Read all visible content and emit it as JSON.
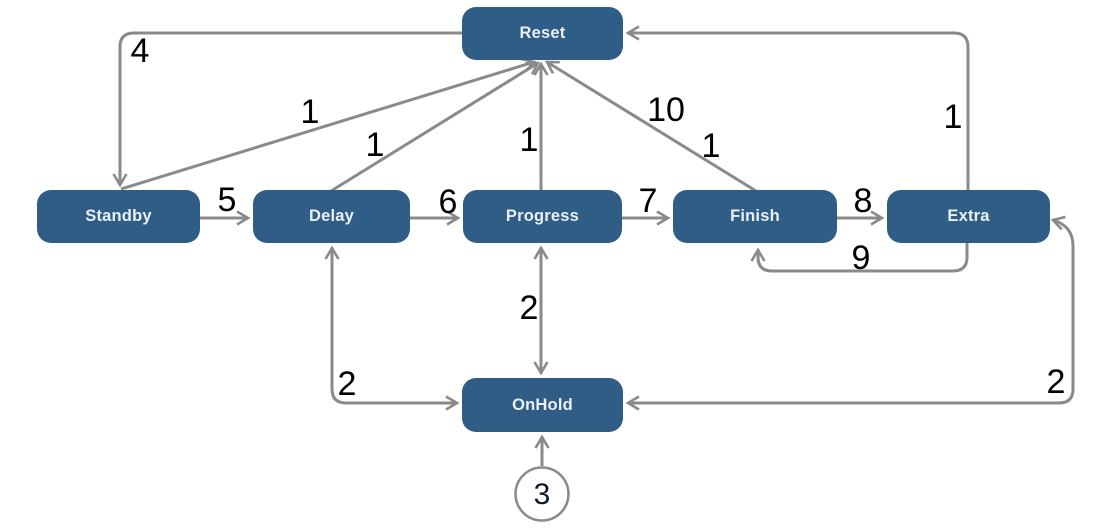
{
  "diagram": {
    "type": "state-transition-graph",
    "colors": {
      "node_fill": "#2f5d85",
      "node_text": "#e9eff5",
      "edge": "#8a8a8a",
      "edge_label": "#000000",
      "start_circle_stroke": "#8a8a8a",
      "start_circle_fill": "#ffffff"
    },
    "nodes": [
      {
        "id": "reset",
        "label": "Reset"
      },
      {
        "id": "standby",
        "label": "Standby"
      },
      {
        "id": "delay",
        "label": "Delay"
      },
      {
        "id": "progress",
        "label": "Progress"
      },
      {
        "id": "finish",
        "label": "Finish"
      },
      {
        "id": "extra",
        "label": "Extra"
      },
      {
        "id": "onhold",
        "label": "OnHold"
      }
    ],
    "start_node": {
      "label": "3",
      "connects_to": "OnHold"
    },
    "edges": [
      {
        "from": "Reset",
        "to": "Standby",
        "label": "4",
        "bidirectional": false
      },
      {
        "from": "Standby",
        "to": "Reset",
        "label": "1",
        "bidirectional": false
      },
      {
        "from": "Standby",
        "to": "Delay",
        "label": "5",
        "bidirectional": false
      },
      {
        "from": "Delay",
        "to": "Reset",
        "label": "1",
        "bidirectional": false
      },
      {
        "from": "Delay",
        "to": "Progress",
        "label": "6",
        "bidirectional": false
      },
      {
        "from": "Progress",
        "to": "Reset",
        "label": "1",
        "bidirectional": false
      },
      {
        "from": "Progress",
        "to": "Finish",
        "label": "7",
        "bidirectional": false
      },
      {
        "from": "Finish",
        "to": "Reset",
        "label": "10",
        "bidirectional": false
      },
      {
        "from": "Finish",
        "to": "Reset",
        "label": "1",
        "bidirectional": false
      },
      {
        "from": "Finish",
        "to": "Extra",
        "label": "8",
        "bidirectional": false
      },
      {
        "from": "Extra",
        "to": "Finish",
        "label": "9",
        "bidirectional": false
      },
      {
        "from": "Extra",
        "to": "Reset",
        "label": "1",
        "bidirectional": false
      },
      {
        "from": "Progress",
        "to": "OnHold",
        "label": "2",
        "bidirectional": true
      },
      {
        "from": "Delay",
        "to": "OnHold",
        "label": "2",
        "bidirectional": true
      },
      {
        "from": "Extra",
        "to": "OnHold",
        "label": "2",
        "bidirectional": true
      },
      {
        "from": "start",
        "to": "OnHold",
        "label": "",
        "bidirectional": false
      }
    ]
  }
}
